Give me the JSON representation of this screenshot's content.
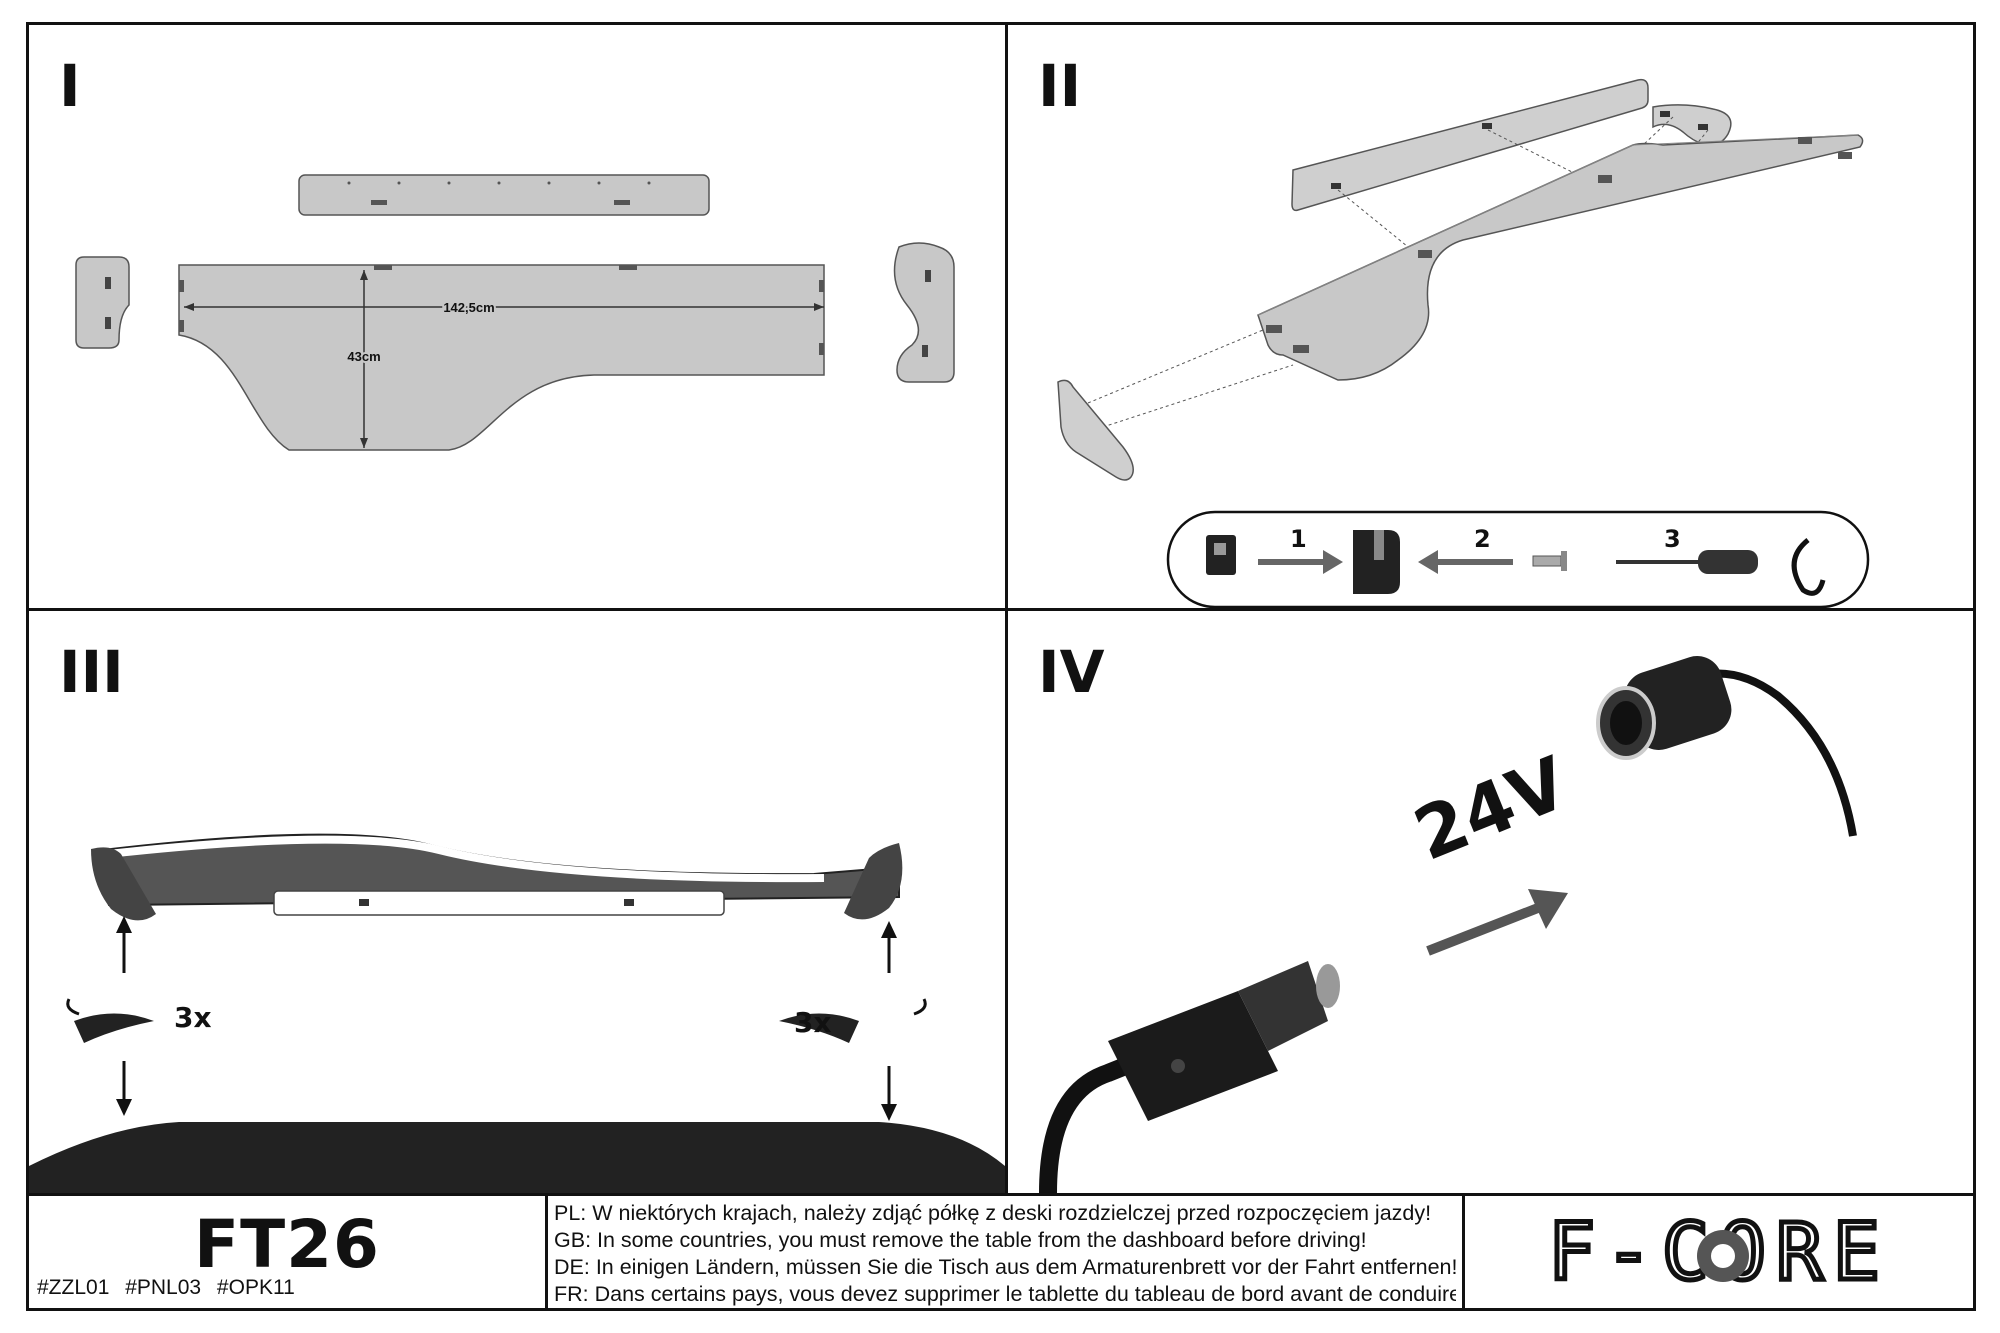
{
  "steps": [
    "I",
    "II",
    "III",
    "IV"
  ],
  "panel1": {
    "dim_width": "142,5cm",
    "dim_height": "43cm"
  },
  "panel2": {
    "step_labels": [
      "1",
      "2",
      "3"
    ]
  },
  "panel3": {
    "turn_count_left": "3x",
    "turn_count_right": "3x"
  },
  "panel4": {
    "voltage": "24V"
  },
  "footer": {
    "model": "FT26",
    "codes": "#ZZL01 #PNL03 #OPK11",
    "warnings": [
      "PL: W niektórych krajach, należy zdjąć półkę z deski rozdzielczej przed rozpoczęciem jazdy!",
      "GB: In some countries, you must remove the table from the dashboard before driving!",
      "DE: In einigen Ländern, müssen Sie die Tisch aus dem Armaturenbrett vor der Fahrt entfernen!",
      "FR: Dans certains pays, vous devez supprimer le tablette du tableau de bord avant de conduire!"
    ],
    "brand": "F-CORE"
  }
}
